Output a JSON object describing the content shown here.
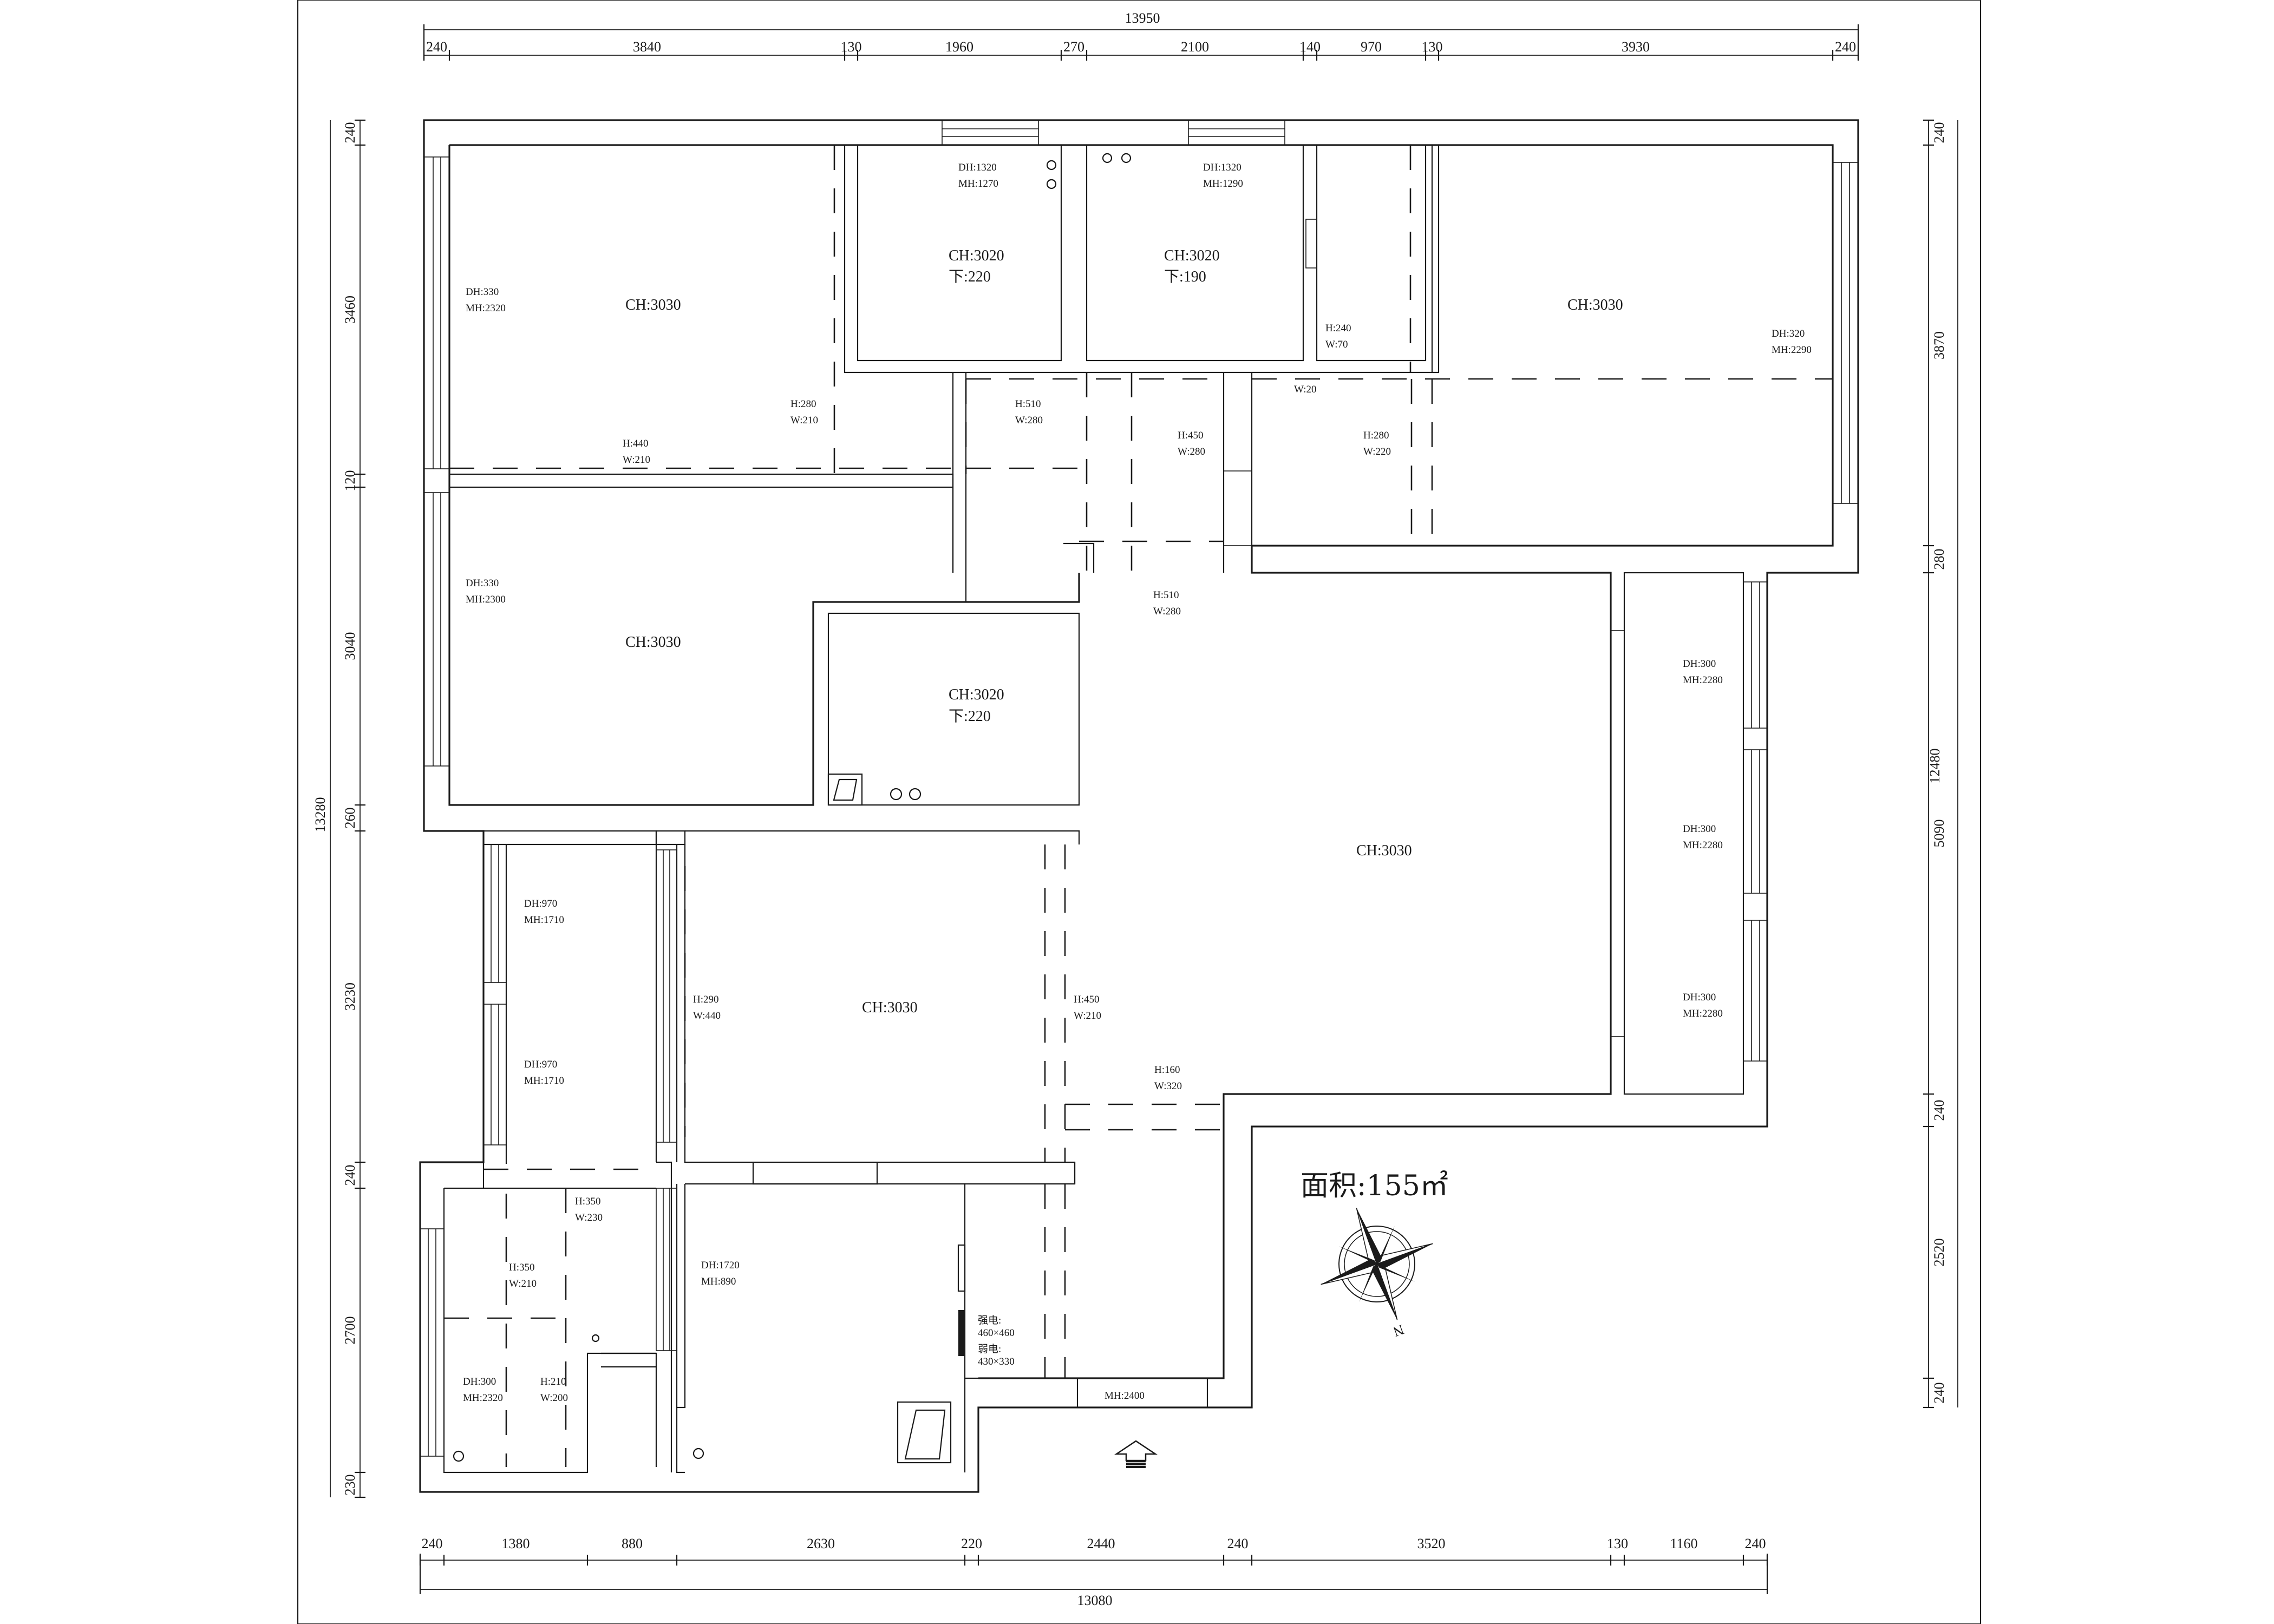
{
  "drawing": {
    "area_label": "面积:155㎡",
    "north_label": "N",
    "room_height": "CH:3030",
    "bath1_height": "CH:3020",
    "bath1_drop": "下:220",
    "bath2_height": "CH:3020",
    "bath2_drop": "下:190",
    "bath3_height": "CH:3020",
    "bath3_drop": "下:220",
    "panel_label_1": "强电:",
    "panel_size_1": "460×460",
    "panel_label_2": "弱电:",
    "panel_size_2": "430×330"
  },
  "dimensions": {
    "top_total": "13950",
    "top": [
      "240",
      "3840",
      "130",
      "1960",
      "270",
      "2100",
      "140",
      "970",
      "130",
      "3930",
      "240"
    ],
    "bottom_total": "13080",
    "bottom": [
      "240",
      "1380",
      "880",
      "2630",
      "220",
      "2440",
      "240",
      "3520",
      "130",
      "1160",
      "240"
    ],
    "left_total": "13280",
    "left": [
      "240",
      "3460",
      "120",
      "3040",
      "260",
      "3230",
      "240",
      "2700",
      "230"
    ],
    "right_total": "12480",
    "right": [
      "240",
      "3870",
      "280",
      "5090",
      "240",
      "2520",
      "240"
    ]
  },
  "windows": {
    "w1": [
      "DH:330",
      "MH:2320"
    ],
    "w2": [
      "DH:330",
      "MH:2300"
    ],
    "w3": [
      "DH:1320",
      "MH:1270"
    ],
    "w4": [
      "DH:1320",
      "MH:1290"
    ],
    "w5": [
      "DH:320",
      "MH:2290"
    ],
    "w6": [
      "DH:300",
      "MH:2280"
    ],
    "w7": [
      "DH:300",
      "MH:2280"
    ],
    "w8": [
      "DH:300",
      "MH:2280"
    ],
    "w9": [
      "DH:970",
      "MH:1710"
    ],
    "w10": [
      "DH:970",
      "MH:1710"
    ],
    "w11": [
      "DH:1720",
      "MH:890"
    ],
    "w12": [
      "DH:300",
      "MH:2320"
    ]
  },
  "beams": {
    "b1": [
      "H:280",
      "W:210"
    ],
    "b2": [
      "H:440",
      "W:210"
    ],
    "b3": [
      "H:510",
      "W:280"
    ],
    "b4": [
      "H:450",
      "W:280"
    ],
    "b5": [
      "H:240",
      "W:70"
    ],
    "b6": "W:20",
    "b7": [
      "H:280",
      "W:220"
    ],
    "b8": [
      "H:510",
      "W:280"
    ],
    "b9": [
      "H:290",
      "W:440"
    ],
    "b10": [
      "H:450",
      "W:210"
    ],
    "b11": [
      "H:160",
      "W:320"
    ],
    "b12": [
      "H:350",
      "W:230"
    ],
    "b13": [
      "H:350",
      "W:210"
    ],
    "b14": [
      "H:210",
      "W:200"
    ],
    "b15": "MH:2400"
  }
}
